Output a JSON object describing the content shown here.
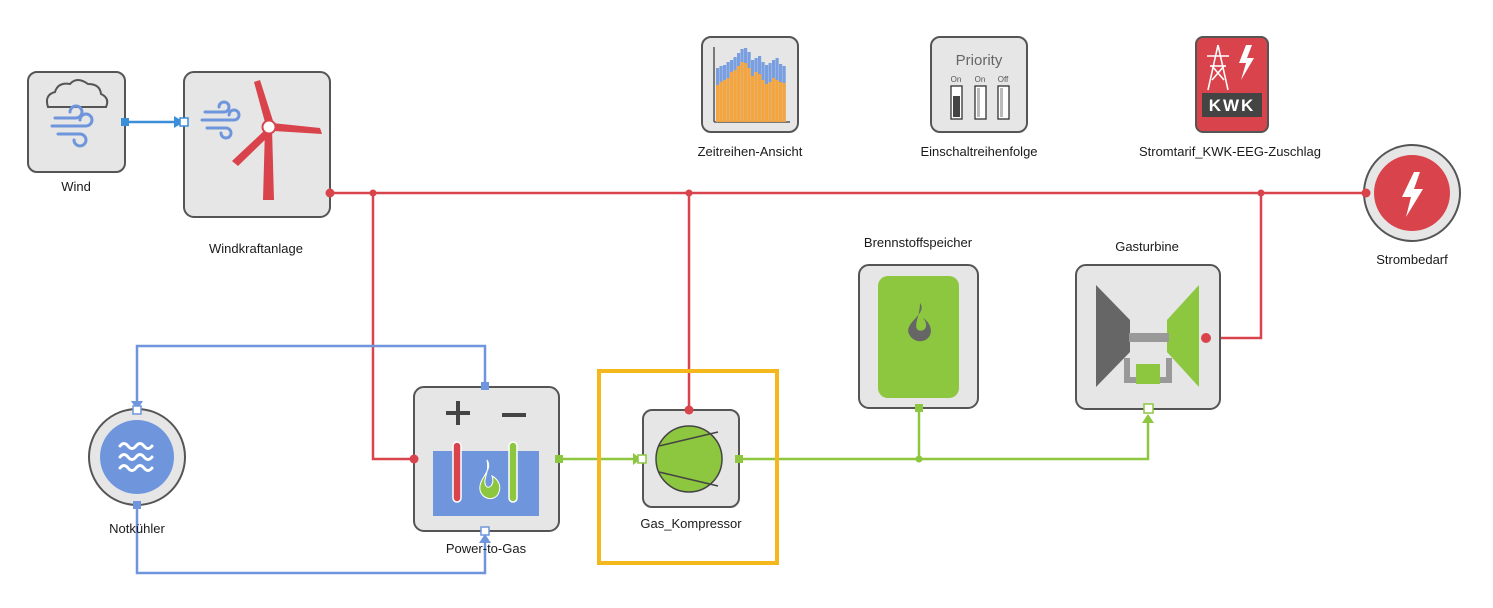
{
  "colors": {
    "electric": "#d9434b",
    "gas": "#8dc63f",
    "cooling": "#6f96dc",
    "wind": "#3d8ed8",
    "highlight": "#f5b81c",
    "box_fill": "#e6e6e6",
    "box_stroke": "#555555"
  },
  "nodes": {
    "wind": {
      "label": "Wind",
      "icon": "wind-cloud-icon"
    },
    "windkraftanlage": {
      "label": "Windkraftanlage",
      "icon": "wind-turbine-icon"
    },
    "zeitreihen": {
      "label": "Zeitreihen-Ansicht",
      "icon": "time-series-chart-icon"
    },
    "einschalt": {
      "label": "Einschaltreihenfolge",
      "icon": "priority-switches-icon",
      "title": "Priority",
      "switches": [
        "On",
        "On",
        "Off"
      ]
    },
    "stromtarif": {
      "label": "Stromtarif_KWK-EEG-Zuschlag",
      "icon": "power-tariff-icon",
      "badge": "KWK"
    },
    "strombedarf": {
      "label": "Strombedarf",
      "icon": "lightning-icon"
    },
    "brennstoffspeicher": {
      "label": "Brennstoffspeicher",
      "icon": "flame-storage-icon"
    },
    "gasturbine": {
      "label": "Gasturbine",
      "icon": "gas-turbine-icon"
    },
    "notkuehler": {
      "label": "Notkühler",
      "icon": "wave-cooler-icon"
    },
    "power_to_gas": {
      "label": "Power-to-Gas",
      "icon": "electrolyzer-icon"
    },
    "gas_kompressor": {
      "label": "Gas_Kompressor",
      "icon": "compressor-icon"
    }
  }
}
